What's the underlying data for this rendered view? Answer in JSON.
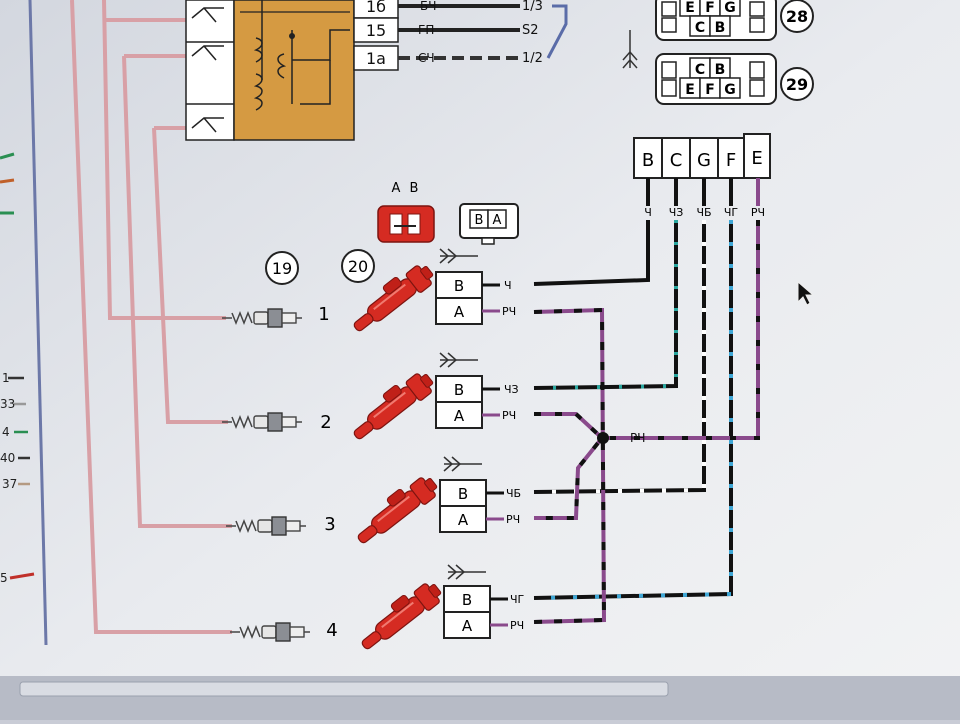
{
  "diagram": {
    "relay_pins": [
      "1б",
      "15",
      "1а"
    ],
    "relay_pin_wire_labels": [
      "БЧ",
      "ГП",
      "СЧ"
    ],
    "relay_right_labels": [
      "1/3",
      "S2",
      "1/2"
    ],
    "callouts": {
      "c19": "19",
      "c20": "20",
      "c28": "28",
      "c29": "29"
    },
    "connector_28": {
      "top": [
        "E",
        "F",
        "G"
      ],
      "bottom": [
        "C",
        "B"
      ]
    },
    "connector_29": {
      "top": [
        "C",
        "B"
      ],
      "bottom": [
        "E",
        "F",
        "G"
      ]
    },
    "main_connector_pins": [
      "B",
      "C",
      "G",
      "F",
      "E"
    ],
    "main_connector_wire_labels": [
      "Ч",
      "ЧЗ",
      "ЧБ",
      "ЧГ",
      "РЧ"
    ],
    "injector_plug_labels": [
      "A",
      "B"
    ],
    "injector_socket_labels": [
      "B",
      "A"
    ],
    "cylinders": [
      {
        "num": "1",
        "pin_b": "B",
        "pin_a": "A",
        "wire_b": "Ч",
        "wire_a": "РЧ"
      },
      {
        "num": "2",
        "pin_b": "B",
        "pin_a": "A",
        "wire_b": "ЧЗ",
        "wire_a": "РЧ"
      },
      {
        "num": "3",
        "pin_b": "B",
        "pin_a": "A",
        "wire_b": "ЧБ",
        "wire_a": "РЧ"
      },
      {
        "num": "4",
        "pin_b": "B",
        "pin_a": "A",
        "wire_b": "ЧГ",
        "wire_a": "РЧ"
      }
    ],
    "common_wire_label": "РЧ",
    "left_edge_labels": [
      "1",
      "33",
      "4",
      "40",
      "37",
      "5"
    ]
  }
}
